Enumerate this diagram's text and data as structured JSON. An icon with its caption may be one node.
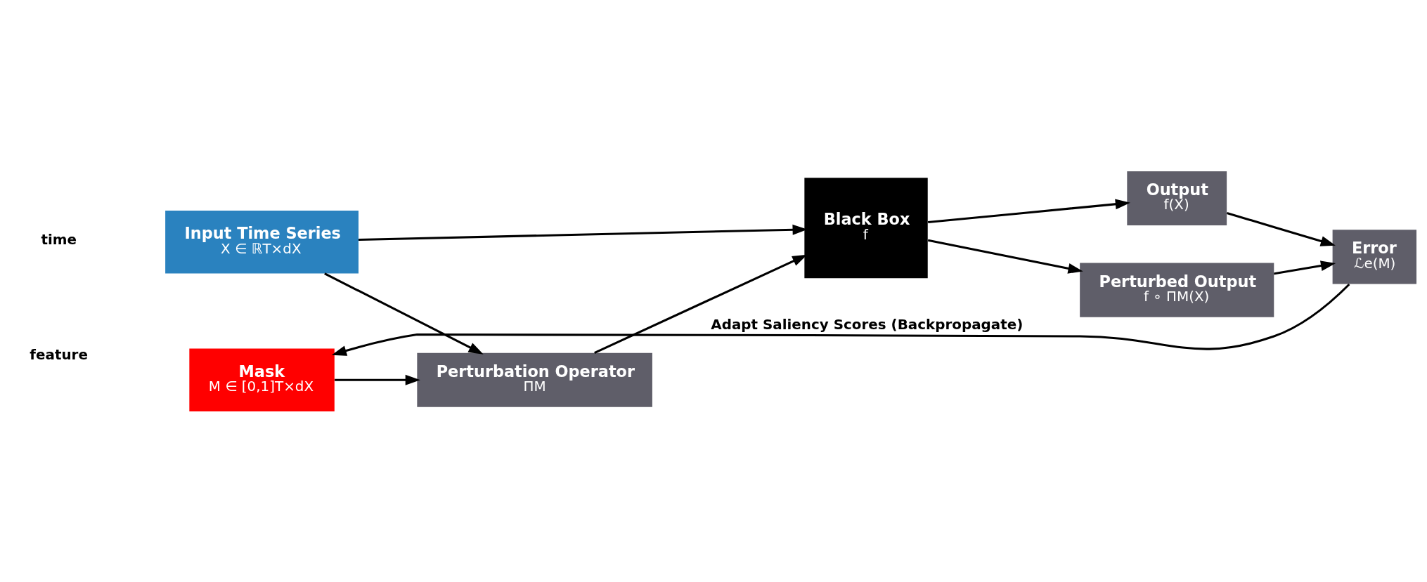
{
  "diagram": {
    "nodes": [
      {
        "text": [
          "Input Time Series",
          "X ∈ ℝT×dX"
        ]
      },
      {
        "text": [
          "Mask",
          "M ∈ [0,1]T×dX"
        ]
      },
      {
        "text": [
          "Perturbation Operator",
          "ΠM"
        ]
      },
      {
        "text": [
          "Black Box",
          "f"
        ]
      },
      {
        "text": [
          "Output",
          "f(X)"
        ]
      },
      {
        "text": [
          "Perturbed Output",
          "f ∘ ΠM(X)"
        ]
      },
      {
        "text": [
          "Error",
          "ℒe(M)"
        ]
      }
    ],
    "edges": [
      {
        "from": 0,
        "to": 3,
        "arrow": "to"
      },
      {
        "from": 0,
        "to": 2,
        "arrow": "to"
      },
      {
        "from": 1,
        "to": 2,
        "arrow": "to"
      },
      {
        "from": 2,
        "to": 3,
        "arrow": "to"
      },
      {
        "from": 3,
        "to": 4,
        "arrow": "to"
      },
      {
        "from": 3,
        "to": 5,
        "arrow": "to"
      },
      {
        "from": 4,
        "to": 6,
        "arrow": "to"
      },
      {
        "from": 5,
        "to": 6,
        "arrow": "to"
      },
      {
        "from": 6,
        "to": 1,
        "arrow": "to",
        "label": "Adapt Saliency Scores (Backpropagate)"
      }
    ],
    "labels": [
      "time",
      "feature"
    ]
  }
}
